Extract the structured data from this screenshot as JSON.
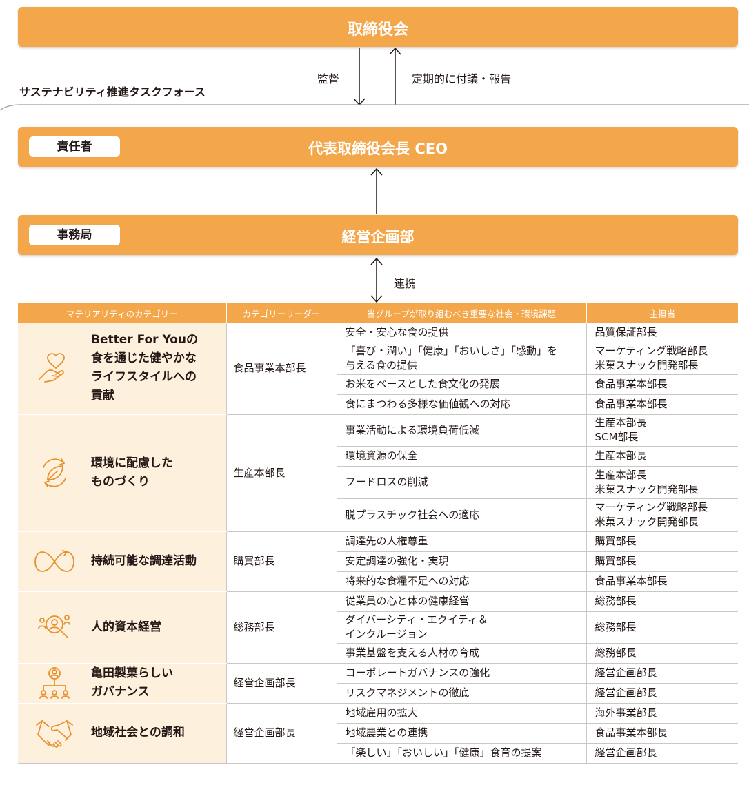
{
  "board": {
    "title": "取締役会"
  },
  "arrows": {
    "down_label": "監督",
    "up_label": "定期的に付議・報告",
    "coop_label": "連携"
  },
  "taskforce": {
    "title": "サステナビリティ推進タスクフォース"
  },
  "ceo": {
    "tag": "責任者",
    "title": "代表取締役会長 CEO"
  },
  "secretariat": {
    "tag": "事務局",
    "title": "経営企画部"
  },
  "table": {
    "headers": [
      "マテリアリティのカテゴリー",
      "カテゴリーリーダー",
      "当グループが取り組むべき重要な社会・環境課題",
      "主担当"
    ],
    "categories": [
      {
        "name": "Better For Youの\n食を通じた健やかな\nライフスタイルへの\n貢献",
        "icon": "heart-hand-icon",
        "leader": "食品事業本部長",
        "rows": [
          {
            "issue": "安全・安心な食の提供",
            "owner": "品質保証部長"
          },
          {
            "issue": "「喜び・潤い」「健康」「おいしさ」「感動」を\n与える食の提供",
            "owner": "マーケティング戦略部長\n米菓スナック開発部長"
          },
          {
            "issue": "お米をベースとした食文化の発展",
            "owner": "食品事業本部長"
          },
          {
            "issue": "食にまつわる多様な価値観への対応",
            "owner": "食品事業本部長"
          }
        ]
      },
      {
        "name": "環境に配慮した\nものづくり",
        "icon": "leaf-cycle-icon",
        "leader": "生産本部長",
        "rows": [
          {
            "issue": "事業活動による環境負荷低減",
            "owner": "生産本部長\nSCM部長"
          },
          {
            "issue": "環境資源の保全",
            "owner": "生産本部長"
          },
          {
            "issue": "フードロスの削減",
            "owner": "生産本部長\n米菓スナック開発部長"
          },
          {
            "issue": "脱プラスチック社会への適応",
            "owner": "マーケティング戦略部長\n米菓スナック開発部長"
          }
        ]
      },
      {
        "name": "持続可能な調達活動",
        "icon": "infinity-arrow-icon",
        "leader": "購買部長",
        "rows": [
          {
            "issue": "調達先の人権尊重",
            "owner": "購買部長"
          },
          {
            "issue": "安定調達の強化・実現",
            "owner": "購買部長"
          },
          {
            "issue": "将来的な食糧不足への対応",
            "owner": "食品事業本部長"
          }
        ]
      },
      {
        "name": "人的資本経営",
        "icon": "people-search-icon",
        "leader": "総務部長",
        "rows": [
          {
            "issue": "従業員の心と体の健康経営",
            "owner": "総務部長"
          },
          {
            "issue": "ダイバーシティ・エクイティ＆\nインクルージョン",
            "owner": "総務部長"
          },
          {
            "issue": "事業基盤を支える人材の育成",
            "owner": "総務部長"
          }
        ]
      },
      {
        "name": "亀田製菓らしい\nガバナンス",
        "icon": "org-chart-icon",
        "leader": "経営企画部長",
        "rows": [
          {
            "issue": "コーポレートガバナンスの強化",
            "owner": "経営企画部長"
          },
          {
            "issue": "リスクマネジメントの徹底",
            "owner": "経営企画部長"
          }
        ]
      },
      {
        "name": "地域社会との調和",
        "icon": "handshake-icon",
        "leader": "経営企画部長",
        "rows": [
          {
            "issue": "地域雇用の拡大",
            "owner": "海外事業部長"
          },
          {
            "issue": "地域農業との連携",
            "owner": "食品事業本部長"
          },
          {
            "issue": "「楽しい」「おいしい」「健康」食育の提案",
            "owner": "経営企画部長"
          }
        ]
      }
    ]
  }
}
